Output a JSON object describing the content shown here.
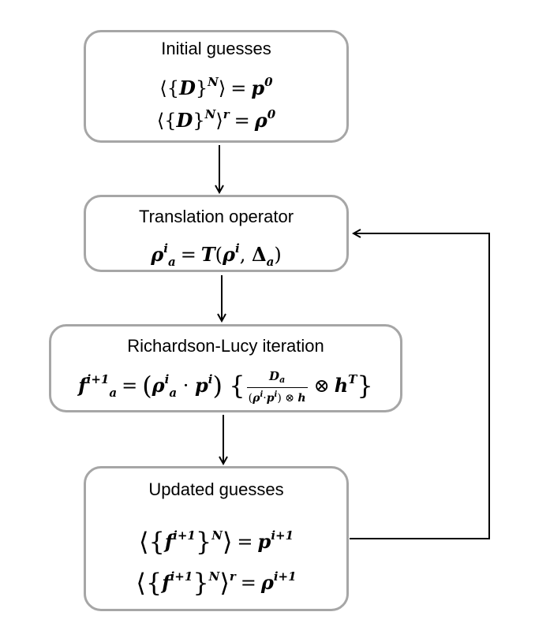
{
  "boxes": {
    "initial": {
      "title": "Initial guesses",
      "eq1": {
        "D": "D",
        "N": "N",
        "p": "p",
        "zero": "0"
      },
      "eq2": {
        "D": "D",
        "N": "N",
        "r": "r",
        "rho": "ρ",
        "zero": "0"
      }
    },
    "translation": {
      "title": "Translation operator",
      "eq": {
        "rho": "ρ",
        "i": "i",
        "a": "a",
        "T": "T",
        "delta": "Δ"
      }
    },
    "richardson": {
      "title": "Richardson-Lucy iteration",
      "eq": {
        "f": "f",
        "ip1": "i+1",
        "a": "a",
        "rho": "ρ",
        "i": "i",
        "p": "p",
        "D": "D",
        "h": "h",
        "T": "T"
      }
    },
    "updated": {
      "title": "Updated guesses",
      "eq1": {
        "f": "f",
        "ip1": "i+1",
        "N": "N",
        "p": "p"
      },
      "eq2": {
        "f": "f",
        "ip1": "i+1",
        "N": "N",
        "r": "r",
        "rho": "ρ"
      }
    }
  },
  "colors": {
    "box_border": "#a6a6a6",
    "arrow": "#000000"
  }
}
